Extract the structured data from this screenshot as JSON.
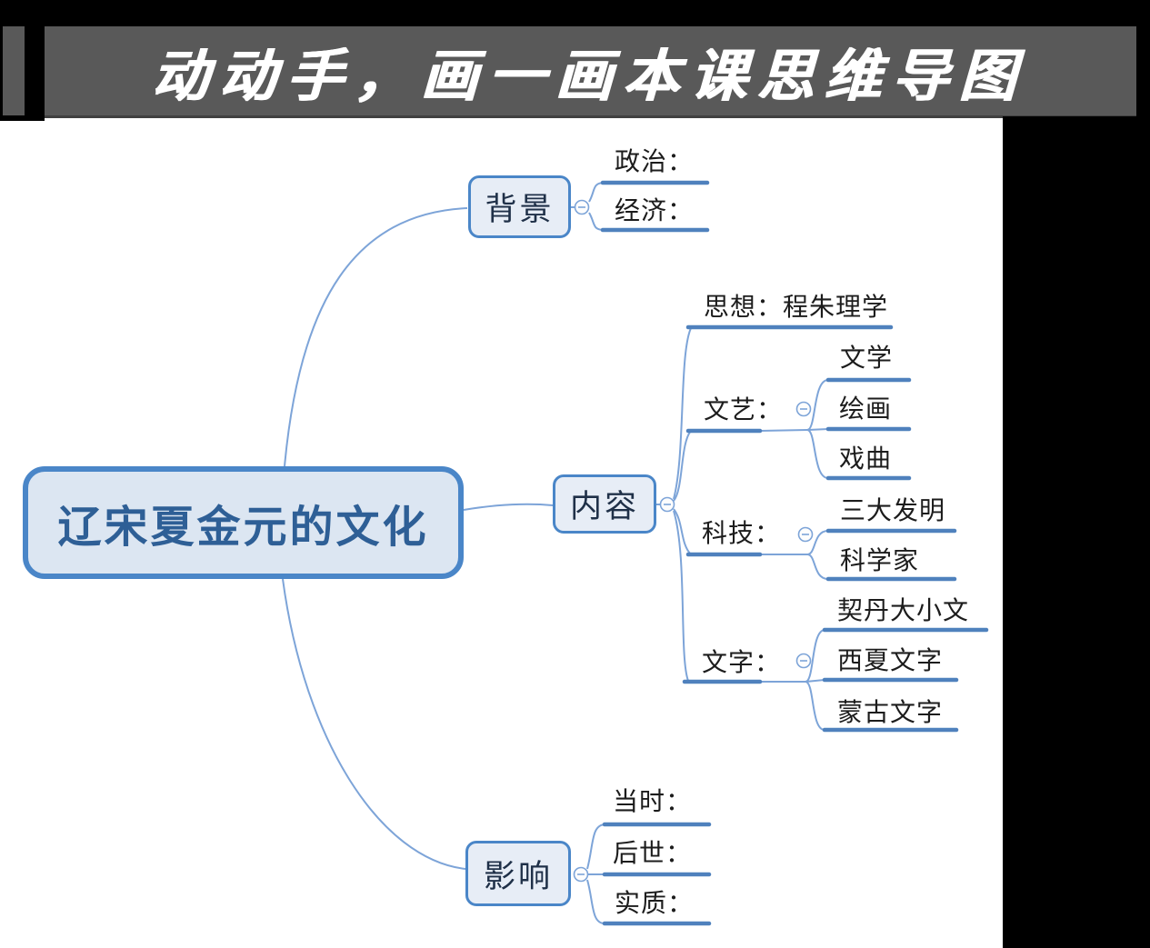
{
  "banner": {
    "title": "动动手，画一画本课思维导图"
  },
  "mindmap": {
    "root": {
      "label": "辽宋夏金元的文化"
    },
    "branches": [
      {
        "label": "背景",
        "children": [
          {
            "label": "政治："
          },
          {
            "label": "经济："
          }
        ]
      },
      {
        "label": "内容",
        "children": [
          {
            "label": "思想：程朱理学"
          },
          {
            "label": "文艺：",
            "children": [
              {
                "label": "文学"
              },
              {
                "label": "绘画"
              },
              {
                "label": "戏曲"
              }
            ]
          },
          {
            "label": "科技：",
            "children": [
              {
                "label": "三大发明"
              },
              {
                "label": "科学家"
              }
            ]
          },
          {
            "label": "文字：",
            "children": [
              {
                "label": "契丹大小文"
              },
              {
                "label": "西夏文字"
              },
              {
                "label": "蒙古文字"
              }
            ]
          }
        ]
      },
      {
        "label": "影响",
        "children": [
          {
            "label": "当时："
          },
          {
            "label": "后世："
          },
          {
            "label": "实质："
          }
        ]
      }
    ],
    "icons": {
      "collapse": "⊖"
    }
  },
  "colors": {
    "banner_bg": "#595959",
    "banner_text": "#ffffff",
    "node_border": "#4a86c8",
    "node_fill": "#e7edf6",
    "root_fill": "#dce6f2",
    "root_text": "#2e5f96",
    "topic_text": "#1f3048",
    "child_text": "#1c1c1c",
    "branch_line": "#7da4d8",
    "topic_underline": "#4f81bd"
  }
}
